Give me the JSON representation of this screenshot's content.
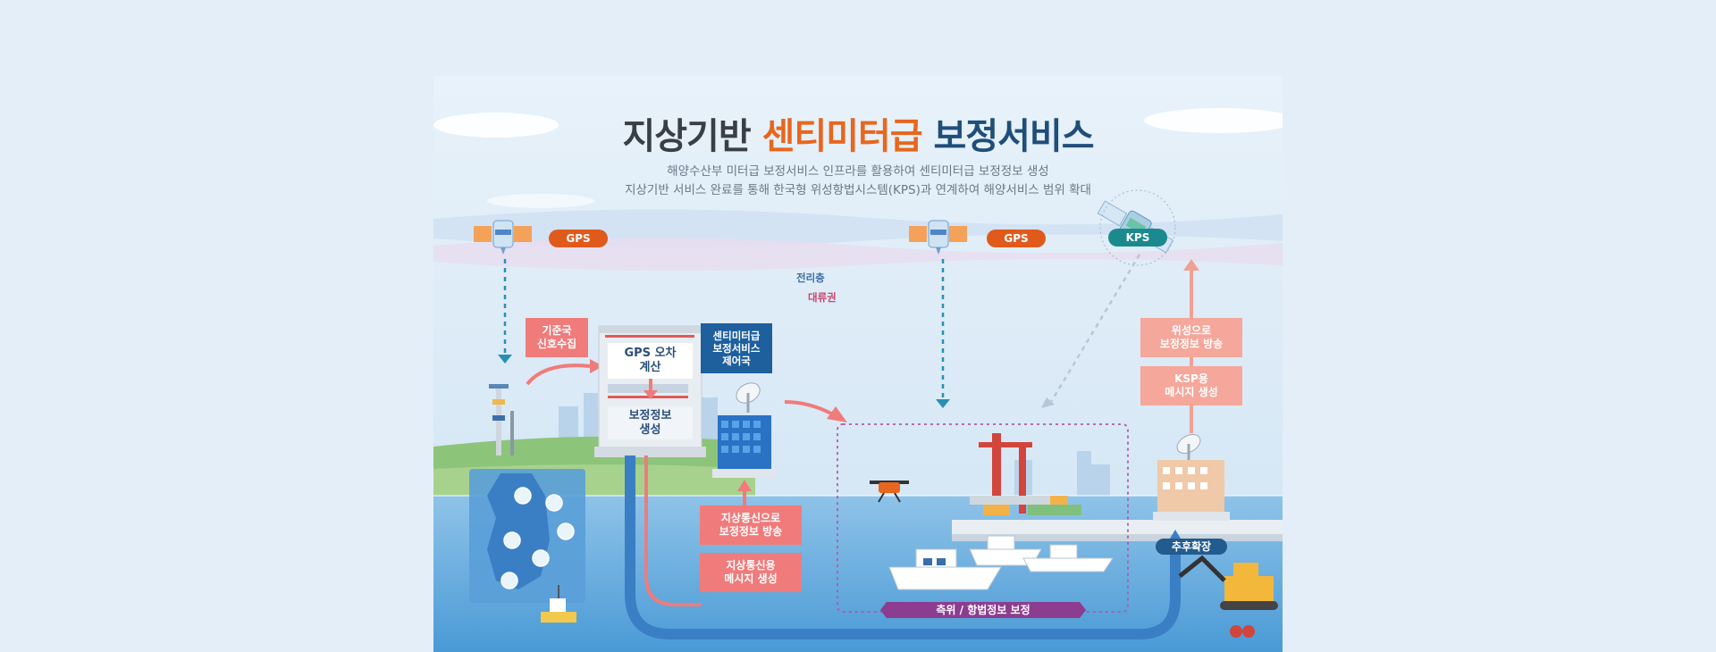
{
  "title": {
    "part1": "지상기반",
    "part2": "센티미터급",
    "part3": "보정서비스"
  },
  "subtitle": {
    "line1": "해양수산부 미터급 보정서비스 인프라를 활용하여 센티미터급 보정정보 생성",
    "line2": "지상기반 서비스 완료를 통해 한국형 위성항법시스템(KPS)과 연계하여 해양서비스 범위 확대"
  },
  "satellites": {
    "gps_left": "GPS",
    "gps_right": "GPS",
    "kps": "KPS"
  },
  "layers": {
    "ionosphere": "전리층",
    "troposphere": "대류권"
  },
  "boxes": {
    "reference_station": "기준국\n신호수집",
    "gps_error_calc": "GPS 오차\n계산",
    "correction_generate": "보정정보\n생성",
    "control_station": "센티미터급\n보정서비스\n제어국",
    "terrestrial_broadcast": "지상통신으로\n보정정보 방송",
    "terrestrial_message": "지상통신용\n메시지 생성",
    "satellite_broadcast": "위성으로\n보정정보 방송",
    "ksp_message": "KSP용\n메시지 생성"
  },
  "tags": {
    "survey_correction": "측위 / 항법정보 보정",
    "future_expansion": "추후확장"
  },
  "colors": {
    "orange_accent": "#e8661d",
    "navy": "#1f4e7a",
    "gps_pill": "#e05a1c",
    "kps_pill": "#1b8a8f",
    "pink_box": "#f07b7b",
    "light_pink_box": "#f5a79b",
    "sea": "#4a9ad6",
    "pipe_blue": "#3a7fc4"
  },
  "icons": [
    "satellite-icon",
    "antenna-icon",
    "drone-icon",
    "ship-icon",
    "crane-icon",
    "excavator-icon",
    "radar-dish-icon",
    "wifi-tower-icon",
    "korea-map-icon"
  ]
}
